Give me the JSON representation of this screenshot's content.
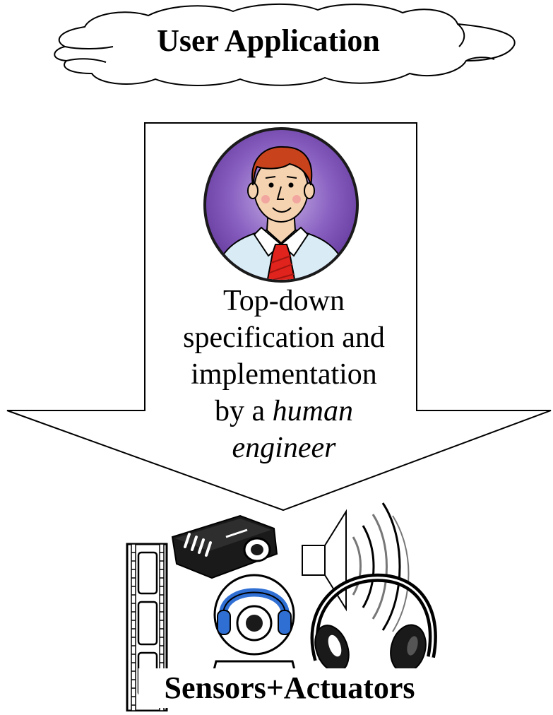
{
  "cloud": {
    "label": "User Application"
  },
  "arrow": {
    "line1": "Top-down",
    "line2": "specification and",
    "line3": "implementation",
    "line4_prefix": "by a ",
    "line4_italic": "human",
    "line5_italic": "engineer"
  },
  "devices": {
    "label": "Sensors+Actuators"
  },
  "colors": {
    "avatar_bg": "#7a4fb0",
    "avatar_ray": "#9d7acc",
    "hair": "#c8431c",
    "skin": "#f6d3b0",
    "shirt": "#d9ecf5",
    "tie": "#e0231c",
    "webcam_blue": "#2f6fd4"
  },
  "icons": [
    "cloud-shape",
    "engineer-avatar-icon",
    "film-strip-icon",
    "projector-icon",
    "webcam-icon",
    "speaker-icon",
    "headphones-icon"
  ]
}
